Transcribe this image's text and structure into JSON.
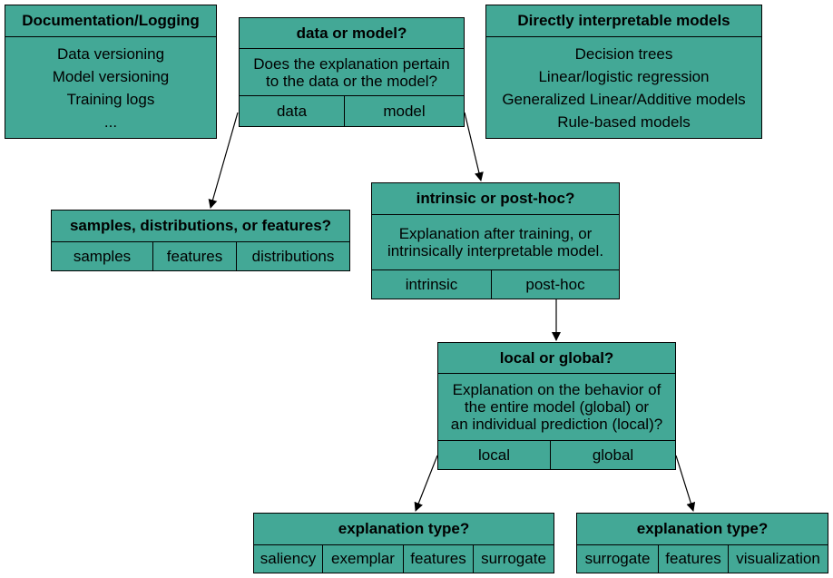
{
  "doc_node": {
    "title": "Documentation/Logging",
    "items": [
      "Data versioning",
      "Model versioning",
      "Training logs",
      "..."
    ]
  },
  "data_model_node": {
    "title": "data or model?",
    "question_lines": [
      "Does the explanation pertain",
      "to the data or the model?"
    ],
    "options": [
      "data",
      "model"
    ]
  },
  "direct_models_node": {
    "title": "Directly interpretable models",
    "items": [
      "Decision trees",
      "Linear/logistic regression",
      "Generalized Linear/Additive models",
      "Rule-based models"
    ]
  },
  "samples_node": {
    "title": "samples, distributions, or features?",
    "options": [
      "samples",
      "features",
      "distributions"
    ]
  },
  "intrinsic_node": {
    "title": "intrinsic or post-hoc?",
    "question_lines": [
      "Explanation after training, or",
      "intrinsically interpretable model."
    ],
    "options": [
      "intrinsic",
      "post-hoc"
    ]
  },
  "local_global_node": {
    "title": "local or global?",
    "question_lines": [
      "Explanation on the behavior of",
      "the entire model (global) or",
      "an individual prediction (local)?"
    ],
    "options": [
      "local",
      "global"
    ]
  },
  "local_type_node": {
    "title": "explanation type?",
    "options": [
      "saliency",
      "exemplar",
      "features",
      "surrogate"
    ]
  },
  "global_type_node": {
    "title": "explanation type?",
    "options": [
      "surrogate",
      "features",
      "visualization"
    ]
  },
  "colors": {
    "node_fill": "#43a896",
    "stroke": "#000000"
  }
}
